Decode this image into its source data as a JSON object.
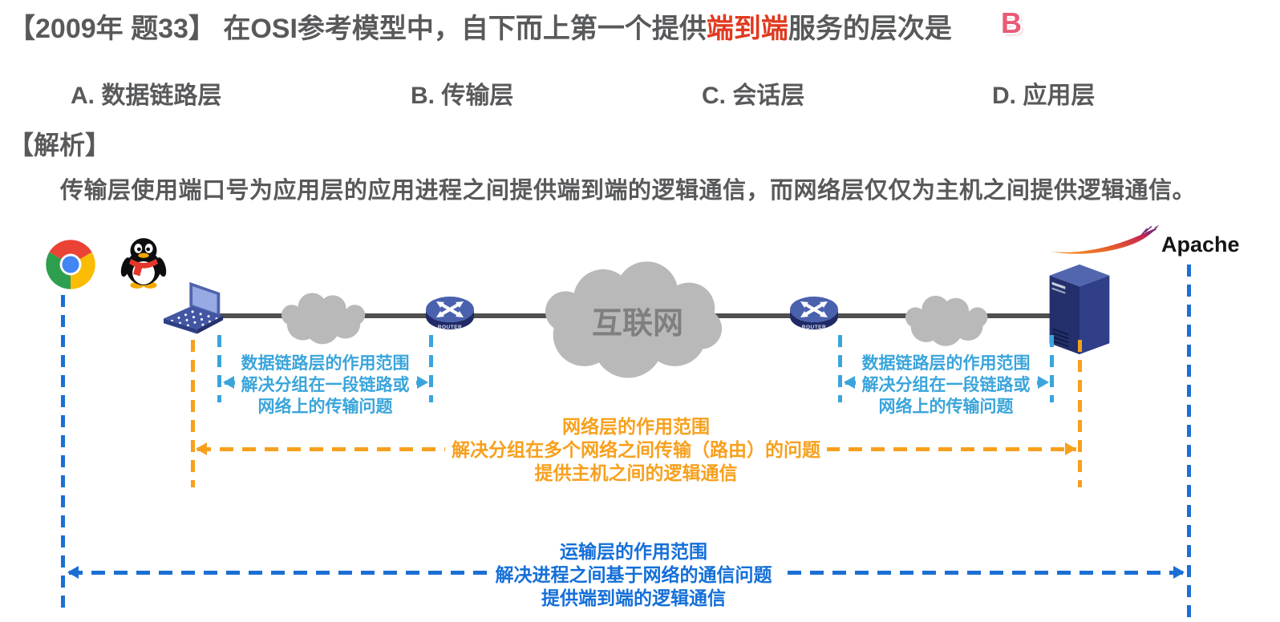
{
  "question": {
    "prefix": "【2009年 题33】 在OSI参考模型中，自下而上第一个提供",
    "highlight": "端到端",
    "suffix": "服务的层次是",
    "answer": "B",
    "options": [
      {
        "label": "A. 数据链路层"
      },
      {
        "label": "B. 传输层"
      },
      {
        "label": "C. 会话层"
      },
      {
        "label": "D. 应用层"
      }
    ]
  },
  "analysis": {
    "label": "【解析】",
    "text": "传输层使用端口号为应用层的应用进程之间提供端到端的逻辑通信，而网络层仅仅为主机之间提供逻辑通信。"
  },
  "diagram": {
    "internet_label": "互联网",
    "router_label": "ROUTER",
    "apache_label": "Apache",
    "datalink_left": {
      "line1": "数据链路层的作用范围",
      "line2": "解决分组在一段链路或",
      "line3": "网络上的传输问题"
    },
    "datalink_right": {
      "line1": "数据链路层的作用范围",
      "line2": "解决分组在一段链路或",
      "line3": "网络上的传输问题"
    },
    "network": {
      "line1": "网络层的作用范围",
      "line2": "解决分组在多个网络之间传输（路由）的问题",
      "line3": "提供主机之间的逻辑通信"
    },
    "transport": {
      "line1": "运输层的作用范围",
      "line2": "解决进程之间基于网络的通信问题",
      "line3": "提供端到端的逻辑通信"
    }
  },
  "colors": {
    "text_gray": "#58595b",
    "highlight_red": "#e03a20",
    "answer_pink": "#ea5a75",
    "datalink_blue": "#3aa5db",
    "network_orange": "#f7a01d",
    "transport_blue": "#146fd8",
    "cloud_gray": "#b9b9b9",
    "backbone_gray": "#4f4f4f"
  }
}
